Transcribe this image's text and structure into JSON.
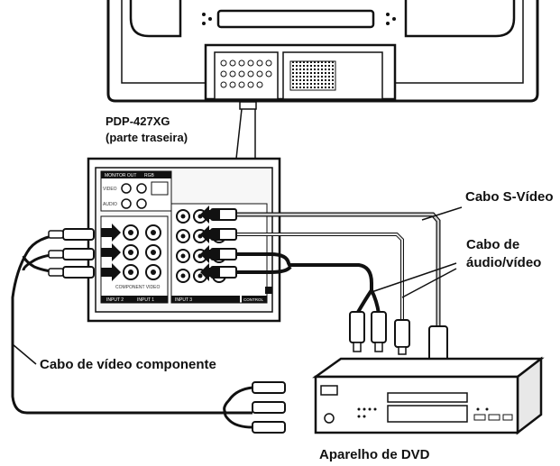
{
  "labels": {
    "tv_model": "PDP-427XG",
    "tv_side": "(parte traseira)",
    "svideo_cable": "Cabo S-Vídeo",
    "av_cable_line1": "Cabo de",
    "av_cable_line2": "áudio/vídeo",
    "component_cable": "Cabo de vídeo componente",
    "dvd_player": "Aparelho de DVD"
  },
  "panel": {
    "monitor_out": "MONITOR OUT",
    "rgb": "RGB",
    "video": "VIDEO",
    "audio": "AUDIO",
    "component_video": "COMPONENT VIDEO",
    "input2": "INPUT 2",
    "input1": "INPUT 1",
    "input3": "INPUT 3",
    "control": "CONTROL"
  },
  "colors": {
    "line": "#111111",
    "fill": "#f0f0f0",
    "panel_fill": "#f7f7f7",
    "cable_gray": "#9a9a9a"
  }
}
